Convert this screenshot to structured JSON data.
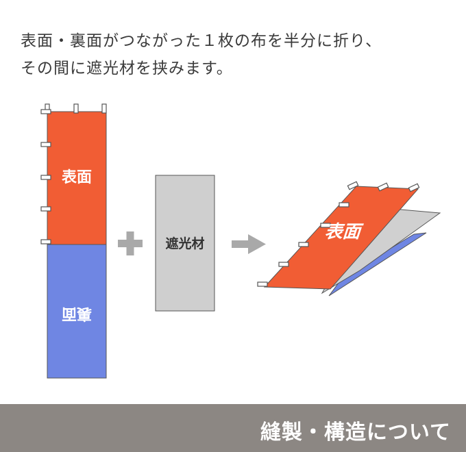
{
  "description": {
    "line1": "表面・裏面がつながった１枚の布を半分に折り、",
    "line2": "その間に遮光材を挟みます。"
  },
  "flat_banner": {
    "front_label": "表面",
    "back_label": "裏面"
  },
  "blackout_material": {
    "label": "遮光材"
  },
  "folded_banner": {
    "front_label": "表面"
  },
  "footer": {
    "title": "縫製・構造について"
  },
  "colors": {
    "front": "#f15d34",
    "back": "#6f86e3",
    "blackout": "#cfcfcf",
    "operator": "#a9a9a9",
    "footer_bg": "#8c8783"
  }
}
